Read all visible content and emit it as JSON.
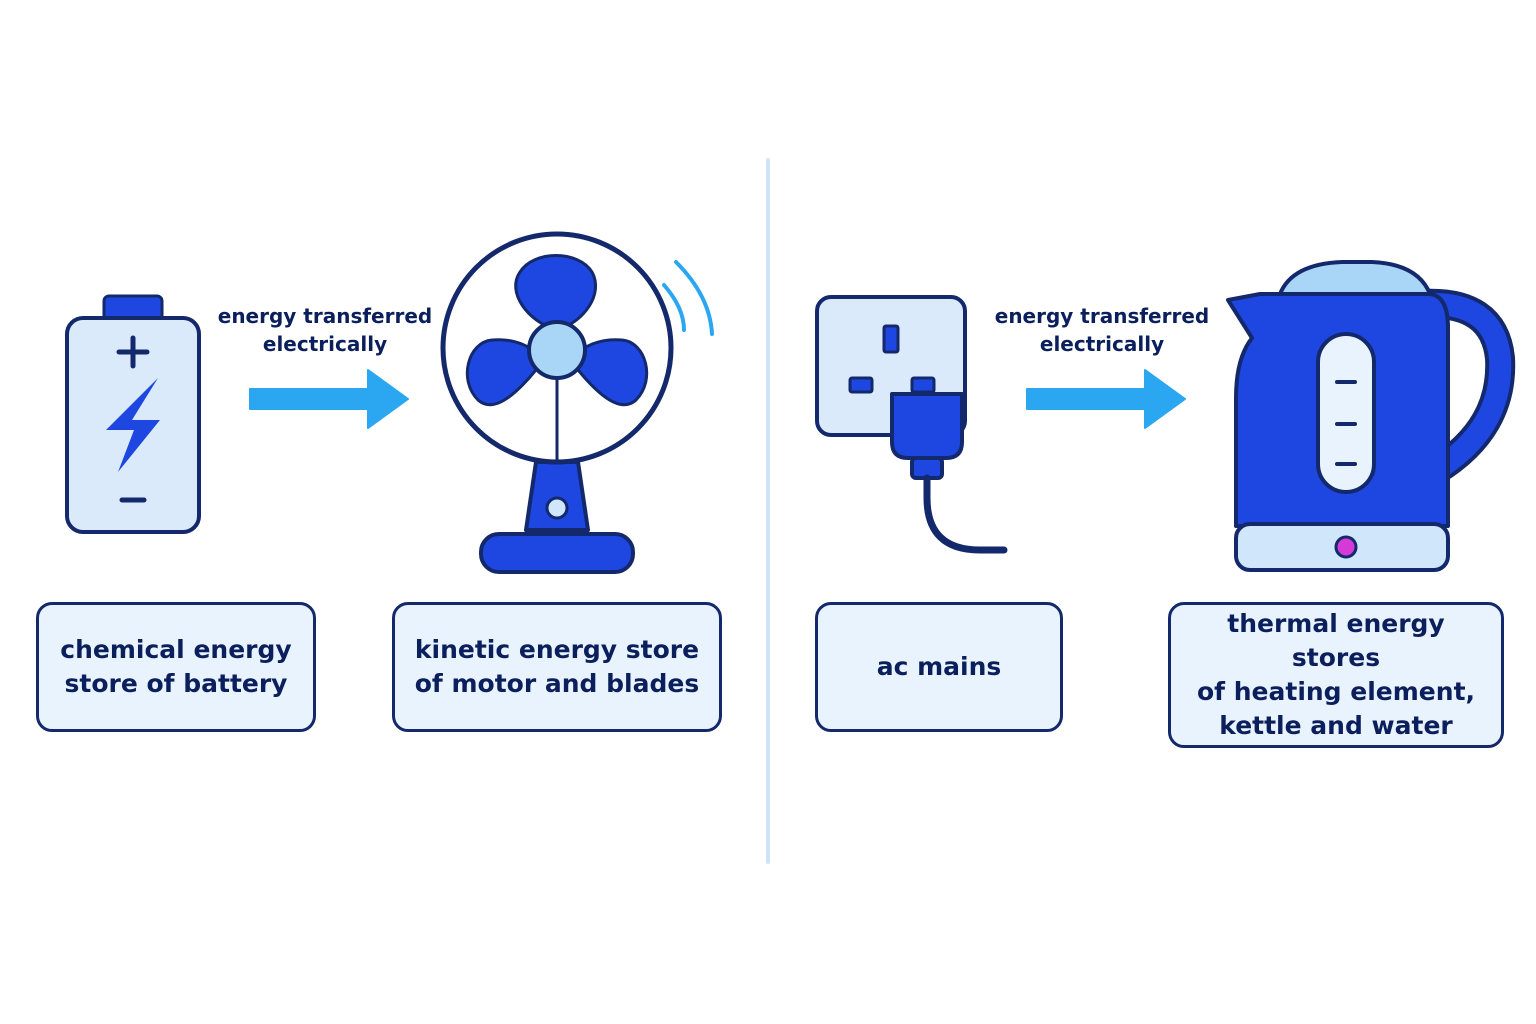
{
  "left_panel": {
    "source_label_lines": [
      "chemical energy",
      "store of battery"
    ],
    "transfer_label_lines": [
      "energy transferred",
      "electrically"
    ],
    "destination_label_lines": [
      "kinetic energy store",
      "of motor and blades"
    ]
  },
  "right_panel": {
    "source_label_lines": [
      "ac mains"
    ],
    "transfer_label_lines": [
      "energy transferred",
      "electrically"
    ],
    "destination_label_lines": [
      "thermal energy stores",
      "of heating element,",
      "kettle and water"
    ]
  },
  "icons": {
    "battery": "battery-icon",
    "fan": "fan-icon",
    "socket": "wall-socket-icon",
    "kettle": "kettle-icon",
    "arrow": "arrow-right-icon"
  },
  "colors": {
    "outline": "#13296b",
    "primary_blue": "#1d47e0",
    "light_blue": "#cfe6fb",
    "arrow_blue": "#2aa7f0",
    "box_fill": "#e9f3fd",
    "indicator": "#d63ad6"
  }
}
